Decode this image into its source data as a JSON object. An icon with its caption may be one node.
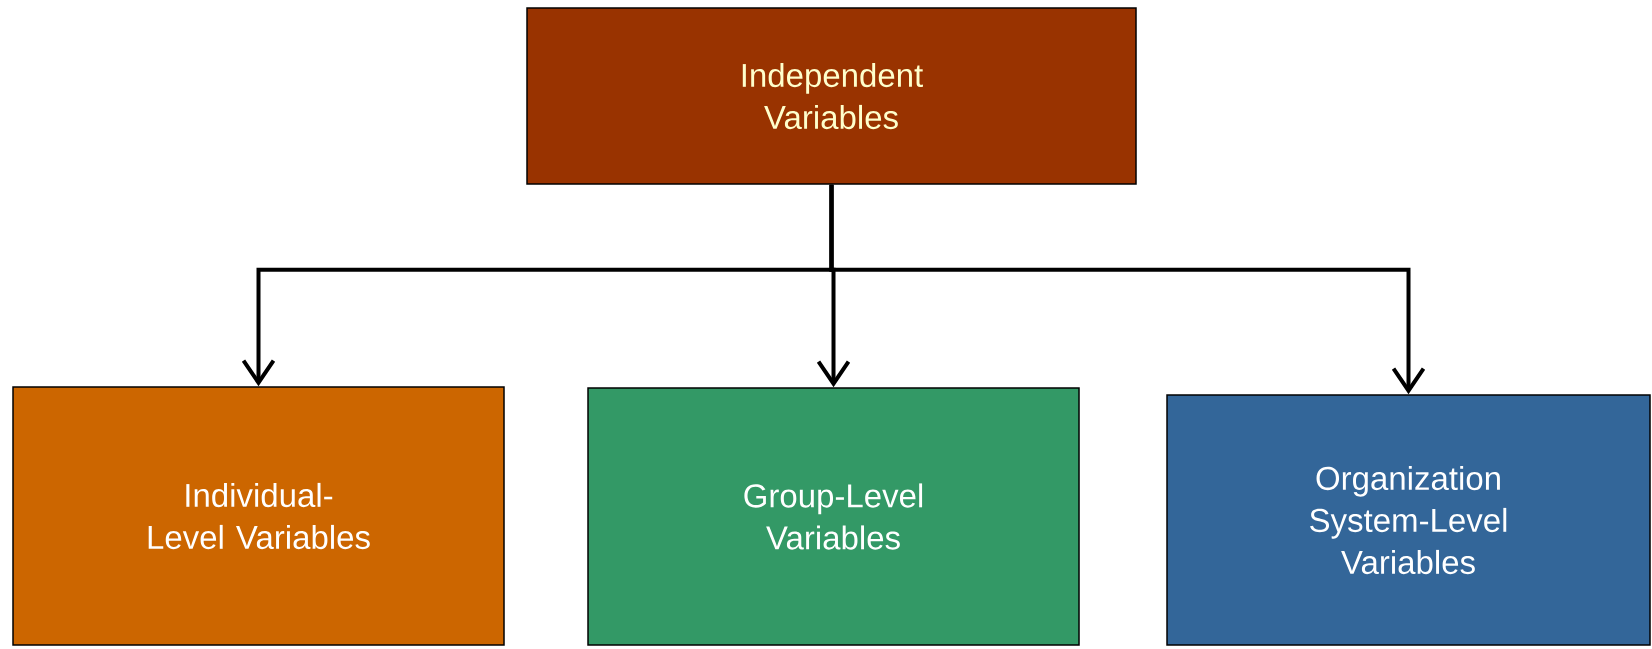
{
  "diagram": {
    "nodes": [
      {
        "text": [
          "Independent Variables"
        ]
      },
      {
        "text": [
          "Individual-Level Variables"
        ]
      },
      {
        "text": [
          "Group-Level Variables"
        ]
      },
      {
        "text": [
          "Organization System-Level Variables"
        ]
      }
    ],
    "edges": [
      {
        "from": 0,
        "to": 1,
        "arrow": "to"
      },
      {
        "from": 0,
        "to": 2,
        "arrow": "to"
      },
      {
        "from": 0,
        "to": 3,
        "arrow": "to"
      }
    ]
  }
}
